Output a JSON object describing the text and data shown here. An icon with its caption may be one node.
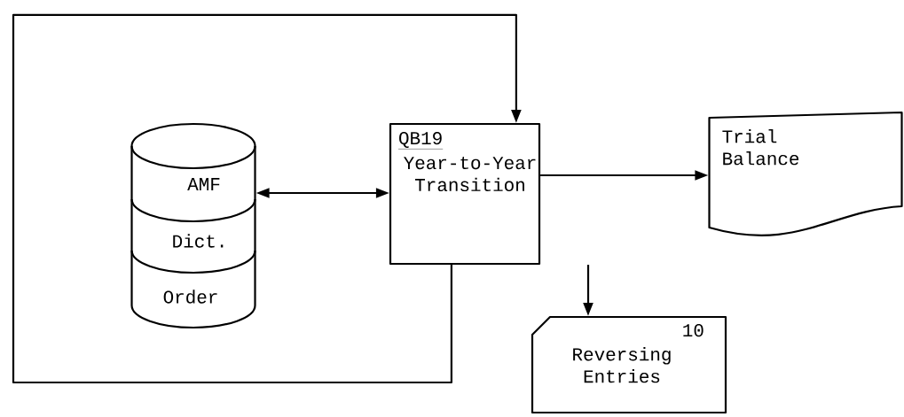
{
  "diagram": {
    "nodes": [
      {
        "text": [
          "AMF",
          "Dict.",
          "Order"
        ]
      },
      {
        "text": [
          "QB19",
          "Year-to-Year Transition"
        ]
      },
      {
        "text": [
          "Trial Balance"
        ]
      },
      {
        "text": [
          "10",
          "Reversing Entries"
        ]
      }
    ],
    "edges": [
      {
        "from": 0,
        "to": 1,
        "arrow": "both"
      },
      {
        "from": 1,
        "to": 2,
        "arrow": "to"
      },
      {
        "from": 1,
        "to": 3,
        "arrow": "to"
      },
      {
        "from": 1,
        "to": 1,
        "arrow": "to"
      }
    ]
  }
}
